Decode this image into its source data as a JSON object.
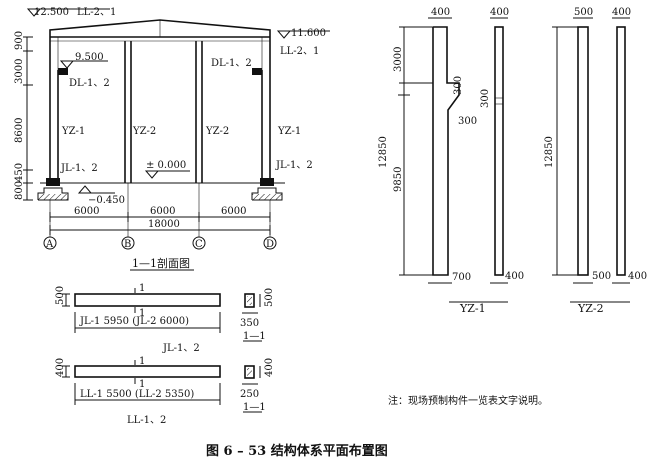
{
  "frame_section": {
    "elev_top_left": "12.500",
    "beam_top_left": "LL-2、1",
    "elev_top_right": "11.600",
    "beam_top_right": "LL-2、1",
    "elev_crane_left": "9.500",
    "dl_left": "DL-1、2",
    "dl_right": "DL-1、2",
    "dim_900": "900",
    "dim_3000": "3000",
    "dim_8600": "8600",
    "dim_450": "450",
    "dim_800": "800",
    "col_a": "YZ-1",
    "col_b": "YZ-2",
    "col_c": "YZ-2",
    "col_d": "YZ-1",
    "jl_left": "JL-1、2",
    "jl_right": "JL-1、2",
    "elev_zero": "± 0.000",
    "elev_neg": "−0.450",
    "span_1": "6000",
    "span_2": "6000",
    "span_3": "6000",
    "span_total": "18000",
    "axis_a": "A",
    "axis_b": "B",
    "axis_c": "C",
    "axis_d": "D",
    "title": "1—1剖面图"
  },
  "yz1": {
    "top_width": "400",
    "top_width_right": "400",
    "dim_3000": "3000",
    "dim_12850": "12850",
    "dim_9850": "9850",
    "bracket_300a": "300",
    "bracket_300b": "300",
    "bracket_300c": "300",
    "bottom_width": "700",
    "bottom_width_right": "400",
    "label": "YZ-1"
  },
  "yz2": {
    "top_width": "500",
    "top_width_right": "400",
    "dim_12850": "12850",
    "bottom_width": "500",
    "bottom_width_right": "400",
    "label": "YZ-2"
  },
  "jl_beam": {
    "section_mark_top": "1",
    "section_mark_bottom": "1",
    "height": "500",
    "length_label": "JL-1  5950  (JL-2 6000)",
    "sec_height": "500",
    "sec_width": "350",
    "sec_label": "1—1",
    "title": "JL-1、2"
  },
  "ll_beam": {
    "section_mark_top": "1",
    "section_mark_bottom": "1",
    "height": "400",
    "length_label": "LL-1  5500  (LL-2 5350)",
    "sec_height": "400",
    "sec_width": "250",
    "sec_label": "1—1",
    "title": "LL-1、2"
  },
  "note": "注：现场预制构件一览表文字说明。",
  "caption": "图 6 – 53    结构体系平面布置图"
}
